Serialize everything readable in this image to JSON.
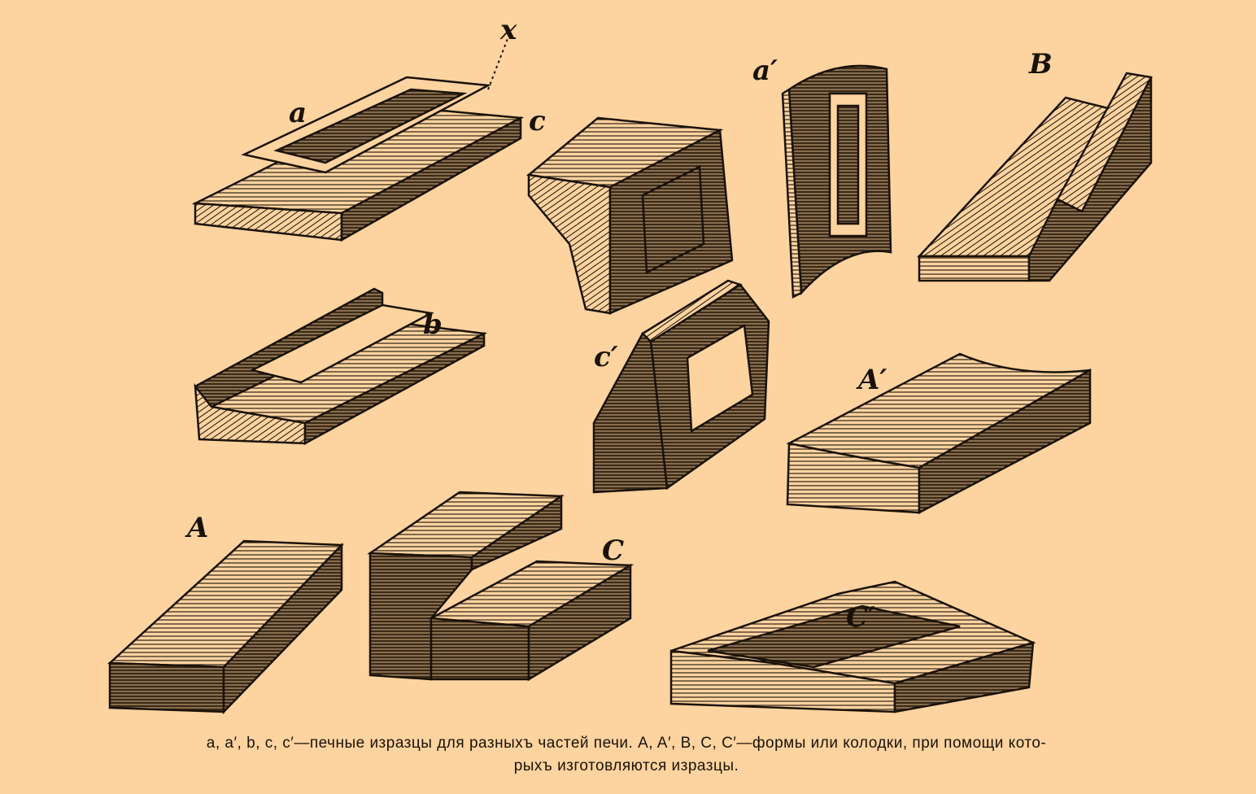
{
  "figure": {
    "labels": {
      "a": "a",
      "x": "x",
      "c": "c",
      "a_prime": "a′",
      "B": "B",
      "b": "b",
      "c_prime": "c′",
      "A_prime": "A′",
      "A": "A",
      "C": "C",
      "C_prime": "C′"
    },
    "caption_line1": "a, a′, b, c, c′—печные изразцы для разныхъ частей печи. A, A′, B, C, C′—формы или колодки, при помощи кото-",
    "caption_line2": "рыхъ изготовляются изразцы."
  },
  "colors": {
    "background": "#fdd3a0",
    "ink": "#1a1208"
  }
}
